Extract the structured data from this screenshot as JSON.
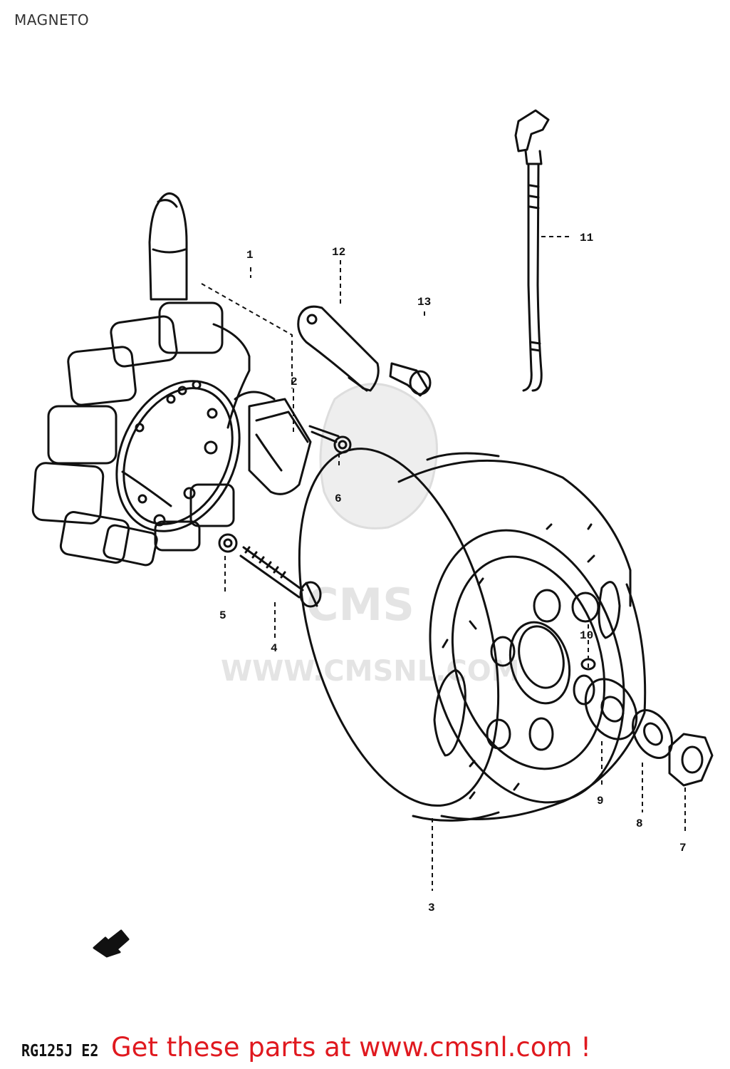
{
  "header": {
    "title": "MAGNETO"
  },
  "watermark": {
    "brand": "CMS",
    "url": "WWW.CMSNL.COM"
  },
  "callouts": {
    "c1": "1",
    "c2": "2",
    "c3": "3",
    "c4": "4",
    "c5": "5",
    "c6": "6",
    "c7": "7",
    "c8": "8",
    "c9": "9",
    "c10": "10",
    "c11": "11",
    "c12": "12",
    "c13": "13"
  },
  "footer": {
    "model_code": "RG125J E2",
    "banner": "Get these parts at www.cmsnl.com !"
  },
  "colors": {
    "banner": "#e0191f",
    "line": "#111111",
    "watermark": "#e4e4e4"
  }
}
